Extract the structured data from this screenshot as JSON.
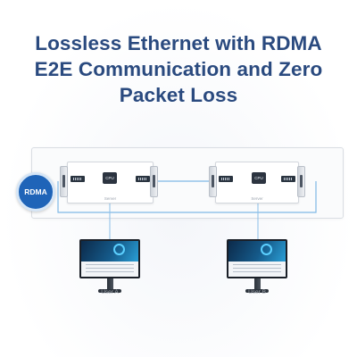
{
  "title": {
    "lines": [
      "Lossless Ethernet with RDMA",
      "E2E Communication and Zero",
      "Packet Loss"
    ]
  },
  "rdma_badge": "RDMA",
  "nodes": [
    {
      "label": "Server",
      "chip": "CPU"
    },
    {
      "label": "Server",
      "chip": "CPU"
    }
  ],
  "users": [
    {
      "label": "User A"
    },
    {
      "label": "User B"
    }
  ],
  "colors": {
    "title": "#2a4a7f",
    "badge": "#1f64b8",
    "link": "#7fb8e6"
  }
}
